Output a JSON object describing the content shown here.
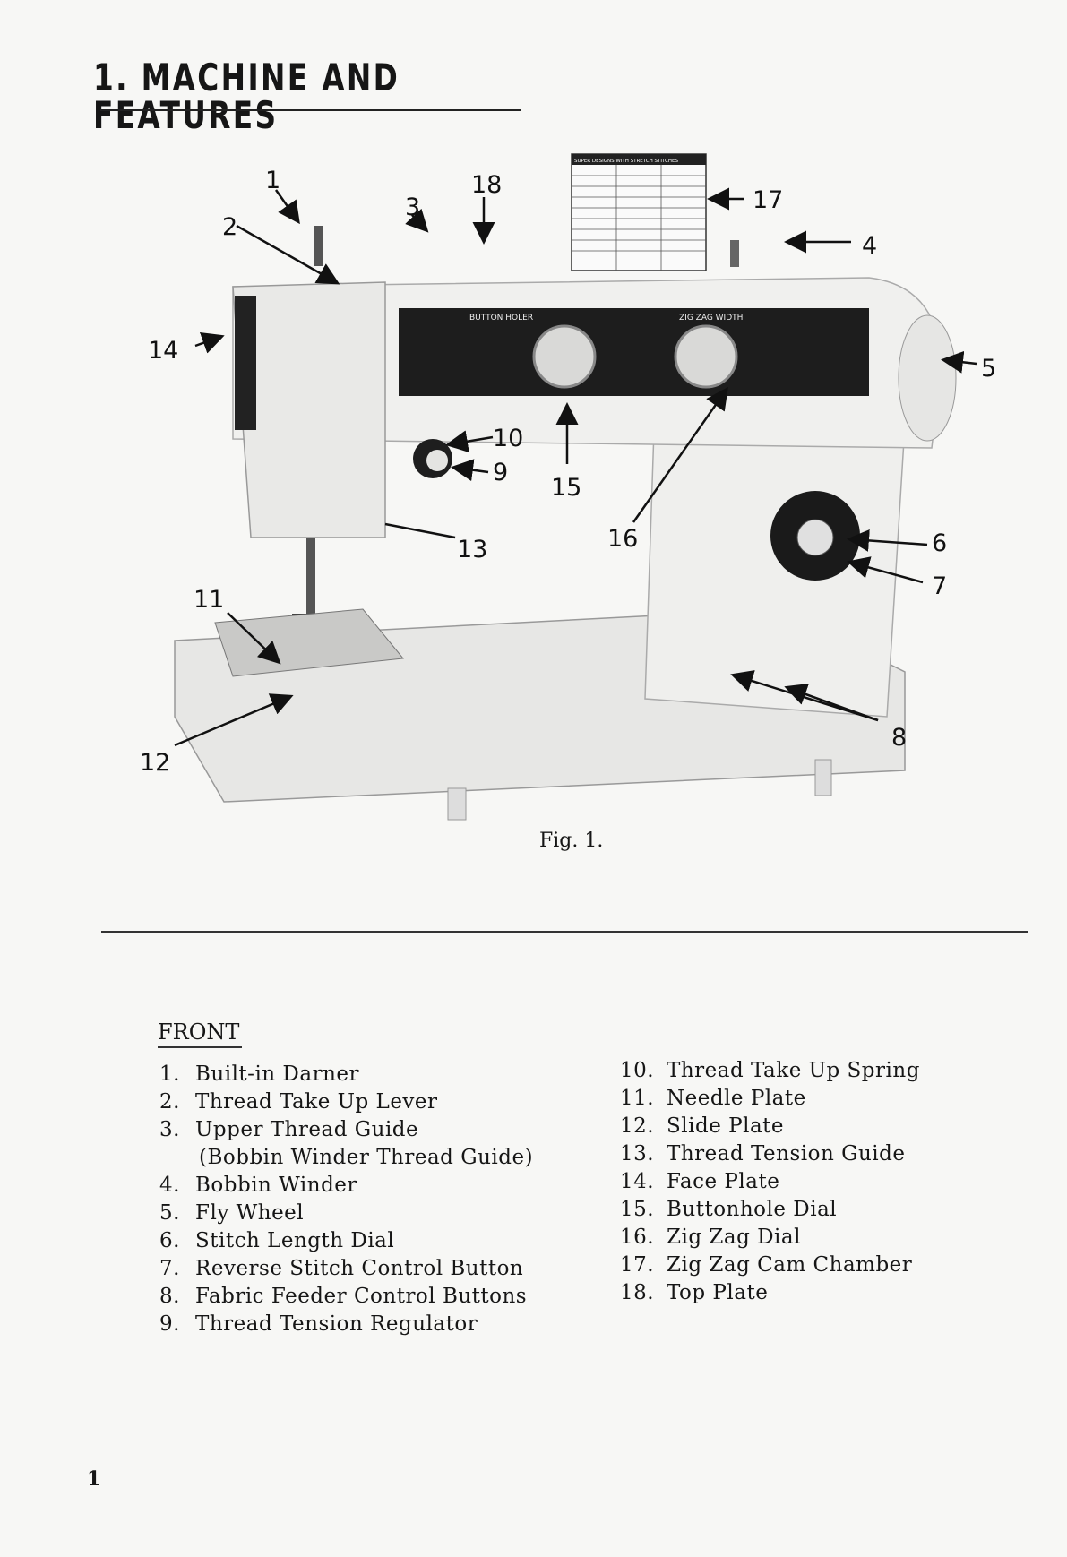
{
  "heading": "1. MACHINE AND FEATURES",
  "figure": {
    "caption": "Fig. 1.",
    "callouts": [
      "1",
      "2",
      "3",
      "4",
      "5",
      "6",
      "7",
      "8",
      "9",
      "10",
      "11",
      "12",
      "13",
      "14",
      "15",
      "16",
      "17",
      "18"
    ],
    "panel_labels": {
      "button_holer": "BUTTON HOLER",
      "zigzag_width": "ZIG ZAG WIDTH",
      "chart_title": "SUPER DESIGNS WITH STRETCH STITCHES"
    }
  },
  "section_label": "FRONT",
  "parts_left": [
    {
      "num": "1.",
      "text": "Built-in Darner"
    },
    {
      "num": "2.",
      "text": "Thread Take Up Lever"
    },
    {
      "num": "3.",
      "text": "Upper Thread Guide"
    },
    {
      "num": "",
      "text": "(Bobbin Winder Thread Guide)"
    },
    {
      "num": "4.",
      "text": "Bobbin Winder"
    },
    {
      "num": "5.",
      "text": "Fly Wheel"
    },
    {
      "num": "6.",
      "text": "Stitch Length Dial"
    },
    {
      "num": "7.",
      "text": "Reverse Stitch Control Button"
    },
    {
      "num": "8.",
      "text": "Fabric Feeder Control Buttons"
    },
    {
      "num": "9.",
      "text": "Thread Tension Regulator"
    }
  ],
  "parts_right": [
    {
      "num": "10.",
      "text": "Thread Take Up Spring"
    },
    {
      "num": "11.",
      "text": "Needle Plate"
    },
    {
      "num": "12.",
      "text": "Slide Plate"
    },
    {
      "num": "13.",
      "text": "Thread Tension Guide"
    },
    {
      "num": "14.",
      "text": "Face Plate"
    },
    {
      "num": "15.",
      "text": "Buttonhole Dial"
    },
    {
      "num": "16.",
      "text": "Zig Zag Dial"
    },
    {
      "num": "17.",
      "text": "Zig Zag Cam Chamber"
    },
    {
      "num": "18.",
      "text": "Top Plate"
    }
  ],
  "page_number": "1"
}
